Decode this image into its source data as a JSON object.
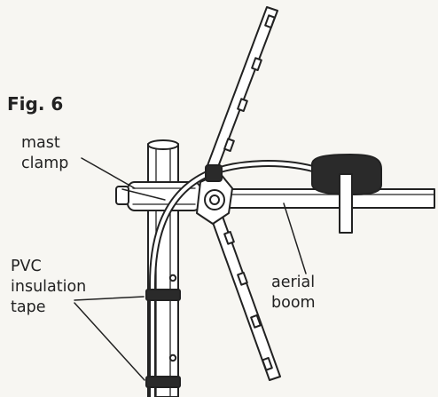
{
  "figure": {
    "label": "Fig. 6"
  },
  "labels": {
    "mast_clamp_line1": "mast",
    "mast_clamp_line2": "clamp",
    "pvc_line1": "PVC",
    "pvc_line2": "insulation",
    "pvc_line3": "tape",
    "aerial_boom_line1": "aerial",
    "aerial_boom_line2": "boom"
  },
  "colors": {
    "line": "#222222",
    "paper": "#f7f6f2",
    "fill_dark": "#2a2a2a",
    "fill_light": "#ffffff"
  }
}
